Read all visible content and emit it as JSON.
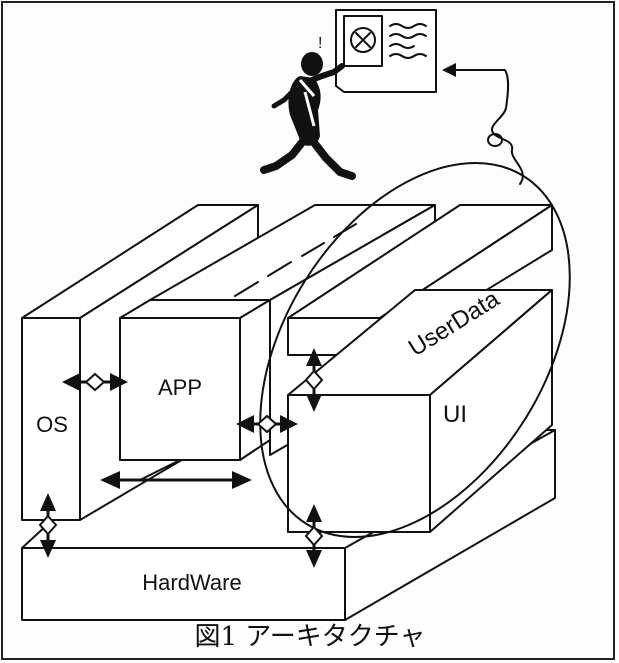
{
  "labels": {
    "os": "OS",
    "app": "APP",
    "user_data": "UserData",
    "ui": "UI",
    "hardware": "HardWare"
  },
  "caption": "図1 アーキタクチャ"
}
